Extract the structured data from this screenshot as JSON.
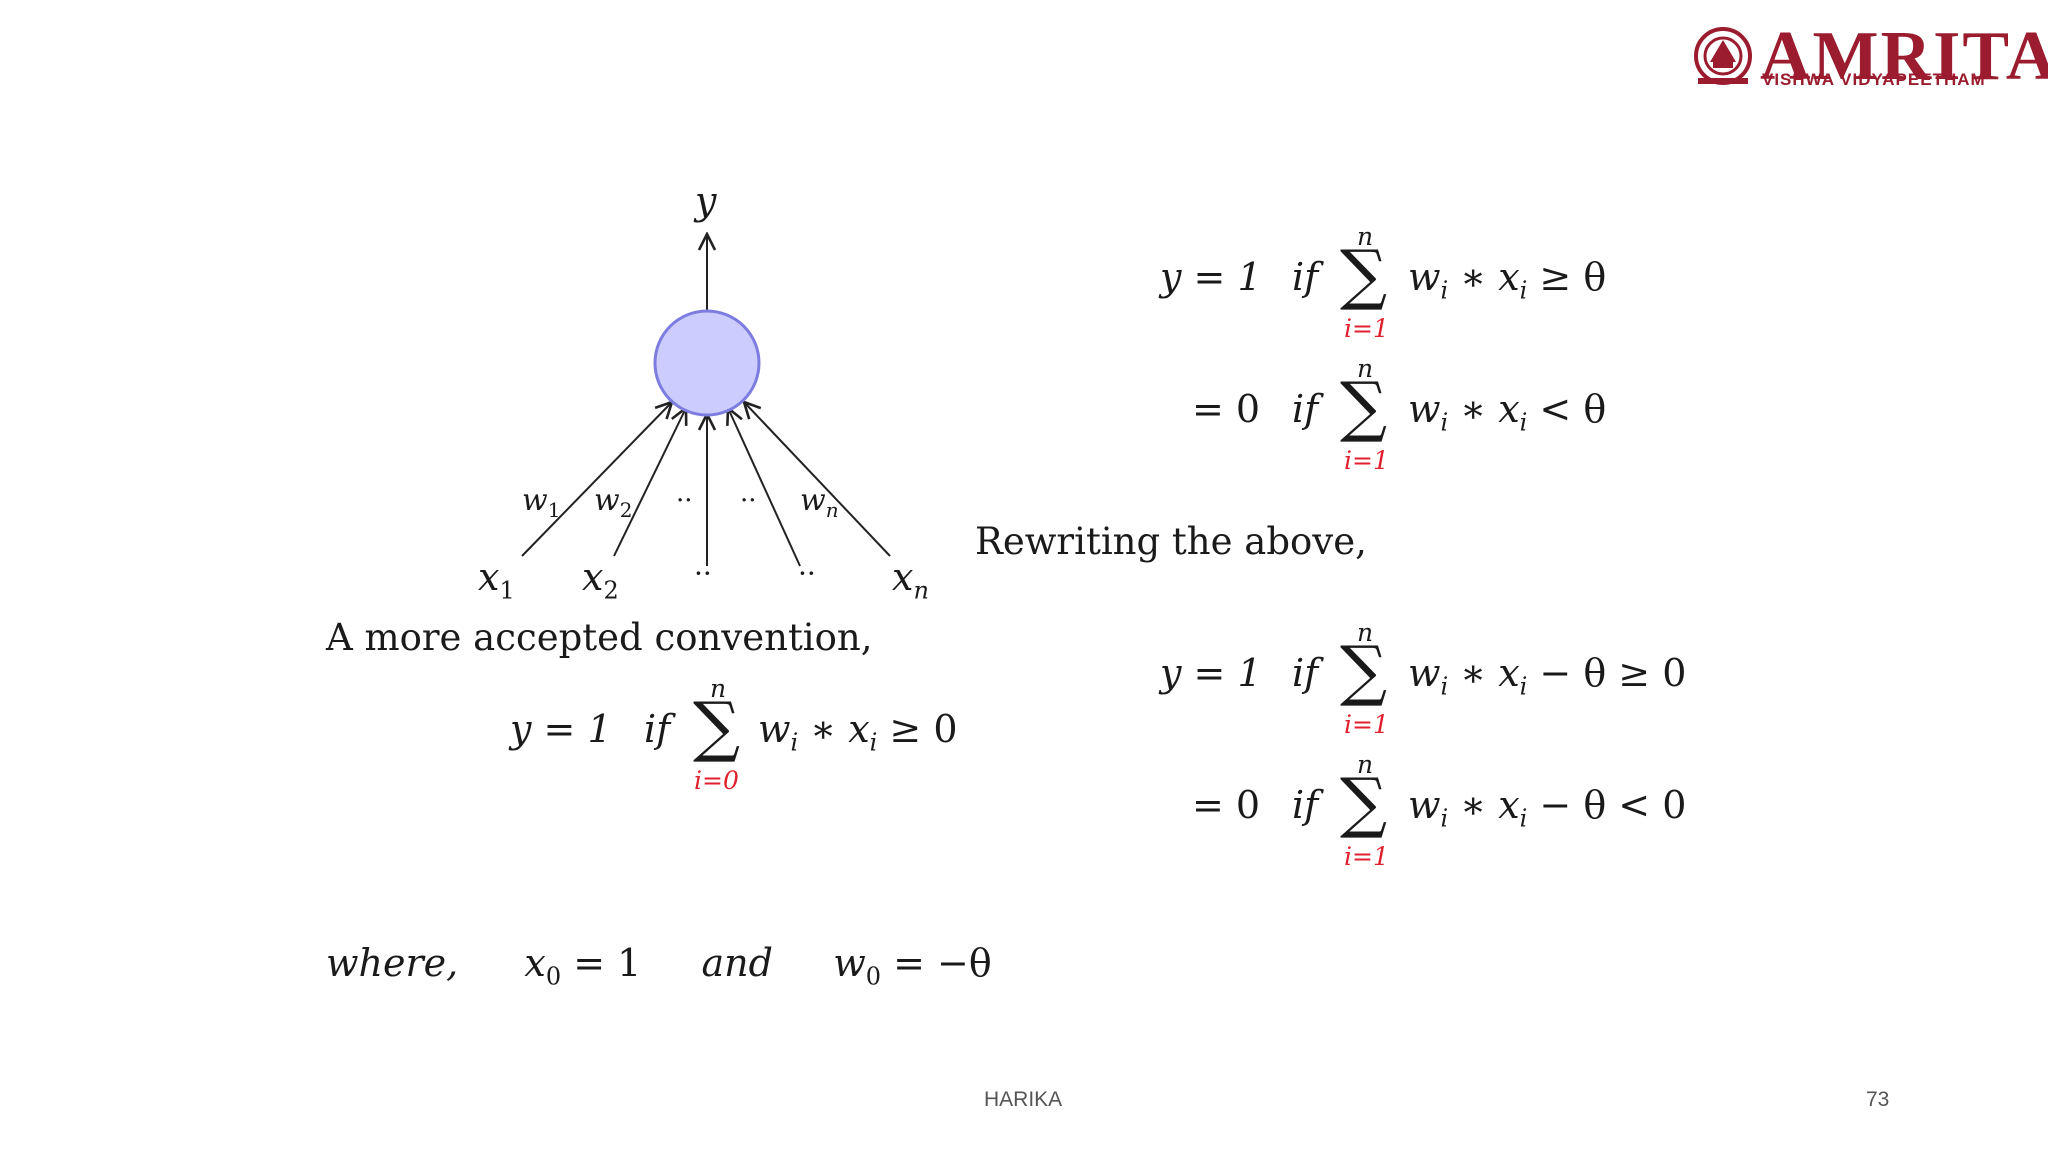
{
  "logo": {
    "name": "AMRITA",
    "subtitle": "VISHWA VIDYAPEETHAM"
  },
  "diagram": {
    "output_label": "y",
    "weights": [
      {
        "sym": "w",
        "sub": "1"
      },
      {
        "sym": "w",
        "sub": "2"
      },
      {
        "sym": "··",
        "sub": ""
      },
      {
        "sym": "··",
        "sub": ""
      },
      {
        "sym": "w",
        "sub": "n"
      }
    ],
    "inputs": [
      {
        "sym": "x",
        "sub": "1"
      },
      {
        "sym": "x",
        "sub": "2"
      },
      {
        "sym": "··",
        "sub": ""
      },
      {
        "sym": "··",
        "sub": ""
      },
      {
        "sym": "x",
        "sub": "n"
      }
    ],
    "neuron_fill": "#ccccff",
    "neuron_stroke": "#7d7de0"
  },
  "text": {
    "convention": "A more accepted convention,",
    "rewriting": "Rewriting the above,"
  },
  "equations": {
    "eq1": {
      "lhs": "y = 1",
      "cond": "if",
      "upper": "n",
      "lower": "i=1",
      "body": "w",
      "rest": "≥ θ"
    },
    "eq2": {
      "lhs": "= 0",
      "cond": "if",
      "upper": "n",
      "lower": "i=1",
      "body": "w",
      "rest": "< θ"
    },
    "eq3": {
      "lhs": "y = 1",
      "cond": "if",
      "upper": "n",
      "lower": "i=1",
      "rest": "− θ ≥ 0"
    },
    "eq4": {
      "lhs": "= 0",
      "cond": "if",
      "upper": "n",
      "lower": "i=1",
      "rest": "− θ < 0"
    },
    "eq5": {
      "lhs": "y = 1",
      "cond": "if",
      "upper": "n",
      "lower": "i=0",
      "rest": "≥ 0"
    }
  },
  "where_line": {
    "where": "where,",
    "x0": "x",
    "x0_sub": "0",
    "x0_val": "= 1",
    "and": "and",
    "w0": "w",
    "w0_sub": "0",
    "w0_val": "= −θ"
  },
  "footer": {
    "author": "HARIKA",
    "page": "73"
  },
  "colors": {
    "index_red": "#e0202e",
    "logo_red": "#9b1c2e"
  }
}
